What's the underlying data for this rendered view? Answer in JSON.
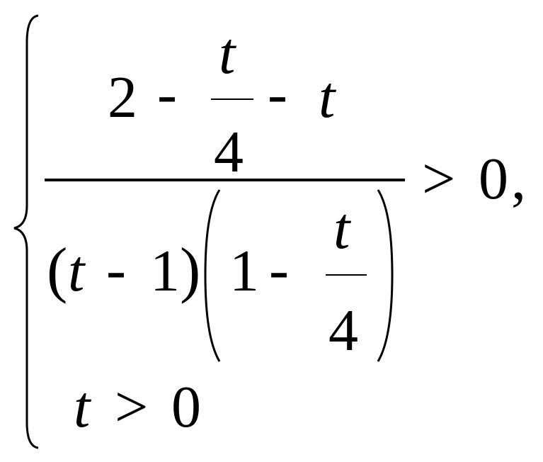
{
  "system": {
    "first_inequality": {
      "numerator": {
        "term_const": "2",
        "op_minus_1": "-",
        "frac_num": "t",
        "frac_den": "4",
        "op_minus_2": "-",
        "term_var": "t"
      },
      "denominator": {
        "paren_left_1": "(",
        "var": "t",
        "op_minus": "-",
        "const": "1",
        "paren_right_1": ")",
        "const_2": "1",
        "op_minus_2": "-",
        "frac_num": "t",
        "frac_den": "4"
      },
      "relation": ">",
      "rhs": "0",
      "separator": ","
    },
    "second_inequality": {
      "var": "t",
      "relation": ">",
      "rhs": "0"
    }
  },
  "colors": {
    "ink": "#000000",
    "background": "#ffffff"
  }
}
